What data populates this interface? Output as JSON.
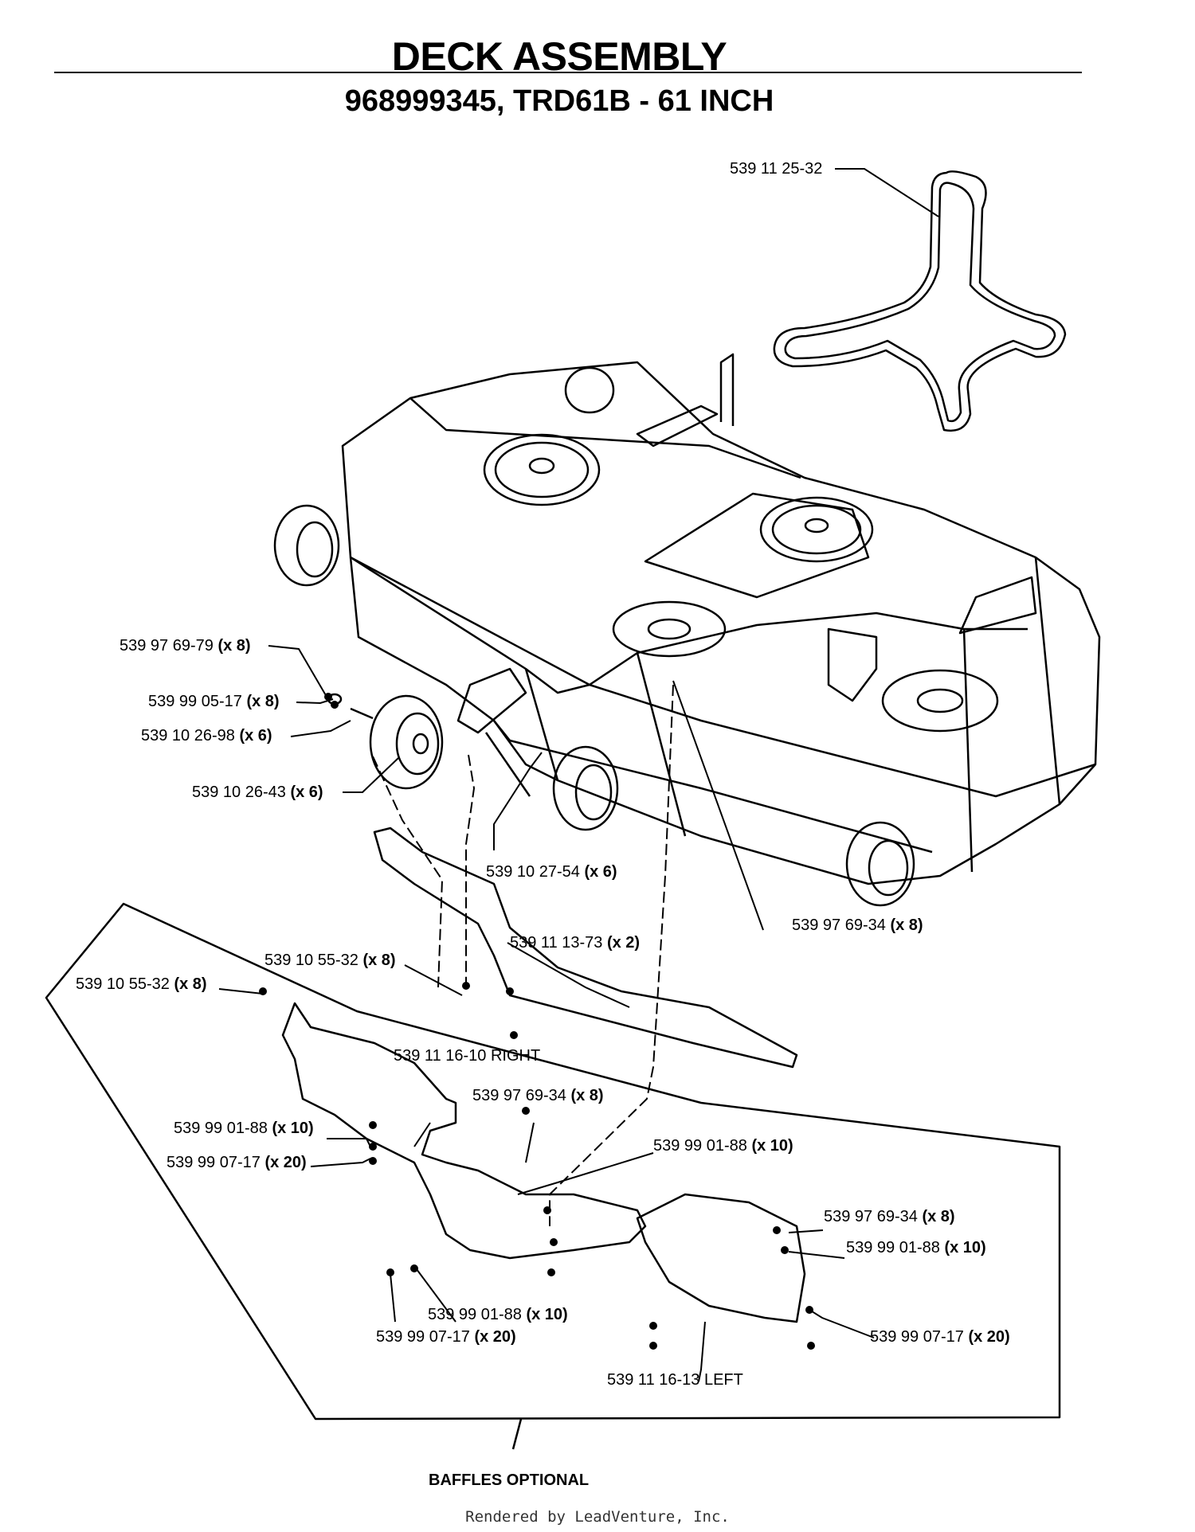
{
  "header": {
    "title": "DECK ASSEMBLY",
    "subtitle": "968999345, TRD61B - 61 INCH"
  },
  "callouts": [
    {
      "id": "belt",
      "part": "539 11 25-32",
      "qty": ""
    },
    {
      "id": "bolt-upper-left",
      "part": "539 97 69-79",
      "qty": "(x 8)"
    },
    {
      "id": "washer-upper-left",
      "part": "539 99 05-17",
      "qty": "(x 8)"
    },
    {
      "id": "axle",
      "part": "539 10 26-98",
      "qty": "(x 6)"
    },
    {
      "id": "wheel",
      "part": "539 10 26-43",
      "qty": "(x 6)"
    },
    {
      "id": "wheel-bolt",
      "part": "539 10 27-54",
      "qty": "(x 6)"
    },
    {
      "id": "deck-bolt-right",
      "part": "539 97 69-34",
      "qty": "(x 8)"
    },
    {
      "id": "baffle-bracket",
      "part": "539 11 13-73",
      "qty": "(x 2)"
    },
    {
      "id": "nut-center",
      "part": "539 10 55-32",
      "qty": "(x 8)"
    },
    {
      "id": "nut-left",
      "part": "539 10 55-32",
      "qty": "(x 8)"
    },
    {
      "id": "baffle-right",
      "part": "539 11 16-10 RIGHT",
      "qty": ""
    },
    {
      "id": "baffle-bolt-center",
      "part": "539 97 69-34",
      "qty": "(x 8)"
    },
    {
      "id": "washer-left-a",
      "part": "539 99 01-88",
      "qty": "(x 10)"
    },
    {
      "id": "washer-center-a",
      "part": "539 99 01-88",
      "qty": "(x 10)"
    },
    {
      "id": "nut-left-a",
      "part": "539 99 07-17",
      "qty": "(x 20)"
    },
    {
      "id": "baffle-bolt-right",
      "part": "539 97 69-34",
      "qty": "(x 8)"
    },
    {
      "id": "washer-right",
      "part": "539 99 01-88",
      "qty": "(x 10)"
    },
    {
      "id": "washer-bottom",
      "part": "539 99 01-88",
      "qty": "(x 10)"
    },
    {
      "id": "nut-bottom",
      "part": "539 99 07-17",
      "qty": "(x 20)"
    },
    {
      "id": "nut-right",
      "part": "539 99 07-17",
      "qty": "(x 20)"
    },
    {
      "id": "baffle-left",
      "part": "539 11 16-13 LEFT",
      "qty": ""
    }
  ],
  "baffles_label": "BAFFLES OPTIONAL",
  "footer": "Rendered by LeadVenture, Inc."
}
